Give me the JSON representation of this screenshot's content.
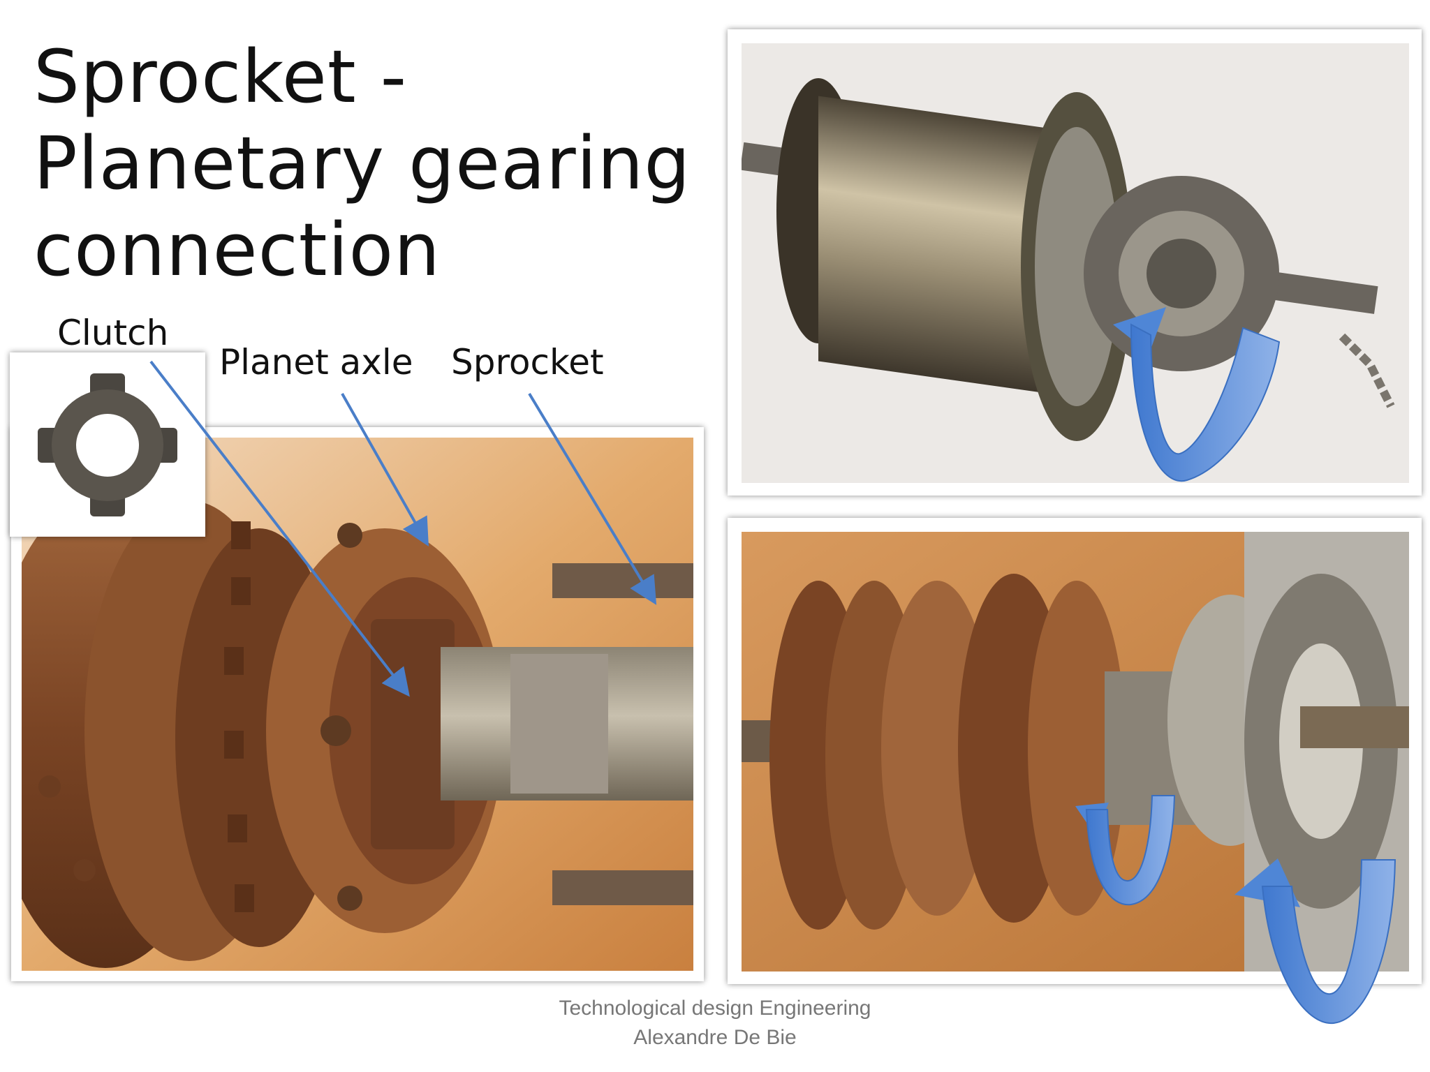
{
  "slide": {
    "title_lines": [
      "Sprocket -",
      "Planetary gearing",
      "connection"
    ],
    "labels": {
      "clutch": "Clutch",
      "planet_axle": "Planet axle",
      "sprocket": "Sprocket"
    },
    "footer": {
      "line1": "Technological design Engineering",
      "line2": "Alexandre De Bie"
    }
  },
  "colors": {
    "arrow_line": "#4a7ec8",
    "rotation_arrow": "#5b8fd9",
    "rust": "#8a4f2a",
    "background_orange": "#d99a5a",
    "hub_metal": "#b9a98a"
  },
  "images": [
    {
      "name": "clutch-inset-photo"
    },
    {
      "name": "rusty-gear-mechanism-photo"
    },
    {
      "name": "hub-exterior-photo"
    },
    {
      "name": "hub-interior-photo"
    }
  ]
}
